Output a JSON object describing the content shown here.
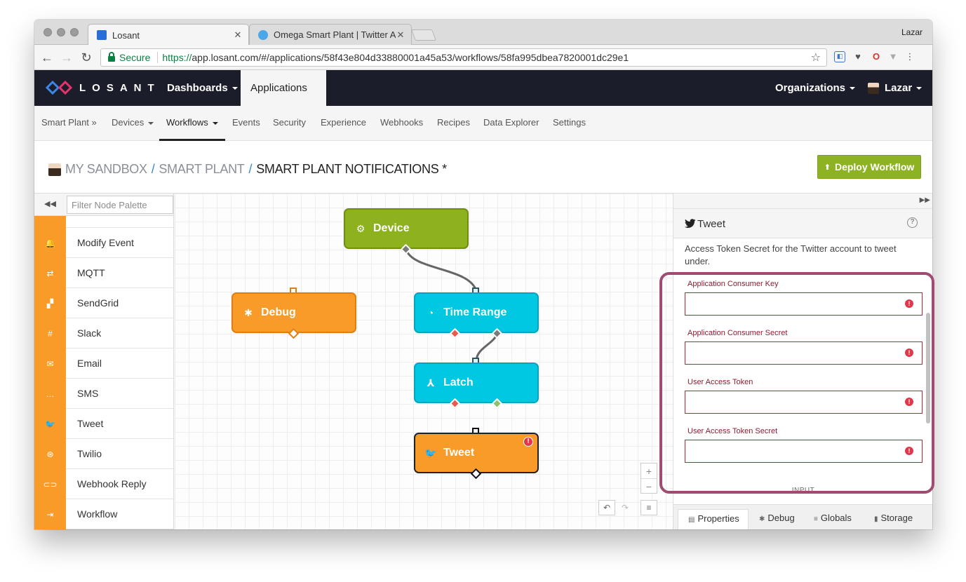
{
  "browser": {
    "profile_name": "Lazar",
    "tabs": [
      {
        "title": "Losant",
        "favicon": "losant-favicon",
        "active": true
      },
      {
        "title": "Omega Smart Plant | Twitter A",
        "favicon": "twitter-favicon",
        "active": false
      }
    ],
    "close_glyph": "✕",
    "secure_label": "Secure",
    "url_scheme": "https://",
    "url_rest": "app.losant.com/#/applications/58f43e804d33880001a45a53/workflows/58fa995dbea7820001dc29e1"
  },
  "header": {
    "logo_text": "LOSANT",
    "nav": [
      {
        "label": "Dashboards"
      },
      {
        "label": "Applications"
      }
    ],
    "organizations_label": "Organizations",
    "user_label": "Lazar"
  },
  "subnav": {
    "items": [
      "Smart Plant »",
      "Devices",
      "Workflows",
      "Events",
      "Security",
      "Experience",
      "Webhooks",
      "Recipes",
      "Data Explorer",
      "Settings"
    ]
  },
  "breadcrumb": {
    "sandbox": "MY SANDBOX",
    "app": "SMART PLANT",
    "separator": "/",
    "current": "SMART PLANT NOTIFICATIONS *"
  },
  "deploy_button": {
    "label": "Deploy Workflow",
    "icon_glyph": "⬆"
  },
  "palette": {
    "filter_placeholder": "Filter Node Palette",
    "collapse_glyph": "◀◀",
    "items": [
      {
        "label": "Modify Event",
        "icon": "bell-icon",
        "glyph": "🔔"
      },
      {
        "label": "MQTT",
        "icon": "arrows-icon",
        "glyph": "⇄"
      },
      {
        "label": "SendGrid",
        "icon": "sendgrid-icon",
        "glyph": "▞"
      },
      {
        "label": "Slack",
        "icon": "slack-icon",
        "glyph": "#"
      },
      {
        "label": "Email",
        "icon": "envelope-icon",
        "glyph": "✉"
      },
      {
        "label": "SMS",
        "icon": "chat-icon",
        "glyph": "…"
      },
      {
        "label": "Tweet",
        "icon": "twitter-icon",
        "glyph": "🐦"
      },
      {
        "label": "Twilio",
        "icon": "twilio-icon",
        "glyph": "⊛"
      },
      {
        "label": "Webhook Reply",
        "icon": "link-icon",
        "glyph": "⊂⊃"
      },
      {
        "label": "Workflow",
        "icon": "workflow-icon",
        "glyph": "⇥"
      }
    ]
  },
  "canvas": {
    "nodes": [
      {
        "label": "Device",
        "icon": "chip-icon",
        "glyph": "⚙"
      },
      {
        "label": "Debug",
        "icon": "bug-icon",
        "glyph": "✱"
      },
      {
        "label": "Time Range",
        "icon": "clock-icon",
        "glyph": "◔"
      },
      {
        "label": "Latch",
        "icon": "latch-icon",
        "glyph": "⅄"
      },
      {
        "label": "Tweet",
        "icon": "twitter-icon",
        "glyph": "🐦",
        "error": "!"
      }
    ],
    "zoom_in": "+",
    "zoom_out": "−",
    "undo_glyph": "↶",
    "redo_glyph": "↷",
    "menu_glyph": "≡",
    "colors": {
      "device": "#8db21d",
      "output": "#f99b28",
      "logic": "#00c8e2",
      "wire": "#666666"
    }
  },
  "panel": {
    "expand_glyph": "▶▶",
    "title": "Tweet",
    "help_glyph": "?",
    "description": "Access Token Secret for the Twitter account to tweet under.",
    "fields": [
      {
        "label": "Application Consumer Key",
        "value": ""
      },
      {
        "label": "Application Consumer Secret",
        "value": ""
      },
      {
        "label": "User Access Token",
        "value": ""
      },
      {
        "label": "User Access Token Secret",
        "value": ""
      }
    ],
    "field_error_glyph": "!",
    "input_header": "INPUT",
    "tabs": [
      {
        "label": "Properties",
        "icon": "file-icon",
        "glyph": "▤"
      },
      {
        "label": "Debug",
        "icon": "bug-icon",
        "glyph": "✱"
      },
      {
        "label": "Globals",
        "icon": "list-icon",
        "glyph": "≡"
      },
      {
        "label": "Storage",
        "icon": "storage-icon",
        "glyph": "▮"
      }
    ]
  },
  "theme": {
    "highlight": "#a04b71",
    "accent_green": "#8db323",
    "error_red": "#e2364a"
  }
}
